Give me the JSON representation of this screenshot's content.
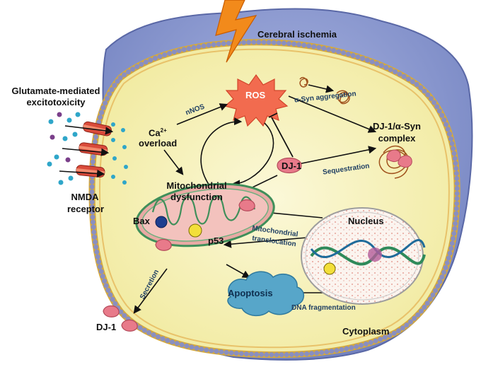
{
  "labels": {
    "cerebral_ischemia": "Cerebral ischemia",
    "glutamate_line1": "Glutamate-mediated",
    "glutamate_line2": "excitotoxicity",
    "nmda_line1": "NMDA",
    "nmda_line2": "receptor",
    "ros": "ROS",
    "nnos": "nNOS",
    "ca_line1": "Ca",
    "ca_sup": "2+",
    "ca_line2": "overload",
    "asyn_aggregation": "α-Syn aggregation",
    "complex_line1": "DJ-1/α-Syn",
    "complex_line2": "complex",
    "dj1_center": "DJ-1",
    "sequestration": "Sequestration",
    "mito_line1": "Mitochondrial",
    "mito_line2": "dysfunction",
    "bax": "Bax",
    "p53": "p53",
    "nucleus": "Nucleus",
    "mito_trans_line1": "Mitochondrial",
    "mito_trans_line2": "translocation",
    "secretion": "Secretion",
    "apoptosis": "Apoptosis",
    "dna_fragmentation": "DNA fragmentation",
    "dj1_secreted": "DJ-1",
    "cytoplasm": "Cytoplasm"
  },
  "colors": {
    "tissue": "#8d9bd0",
    "membrane": "#f0c34a",
    "cytoplasm": "#f7f3c4",
    "mitochondrion": "#e8a9a4",
    "dj1_protein": "#e87a8a",
    "ros_burst": "#f26b4f",
    "apoptosis_cloud": "#57a6c9",
    "arrow": "#111111"
  }
}
